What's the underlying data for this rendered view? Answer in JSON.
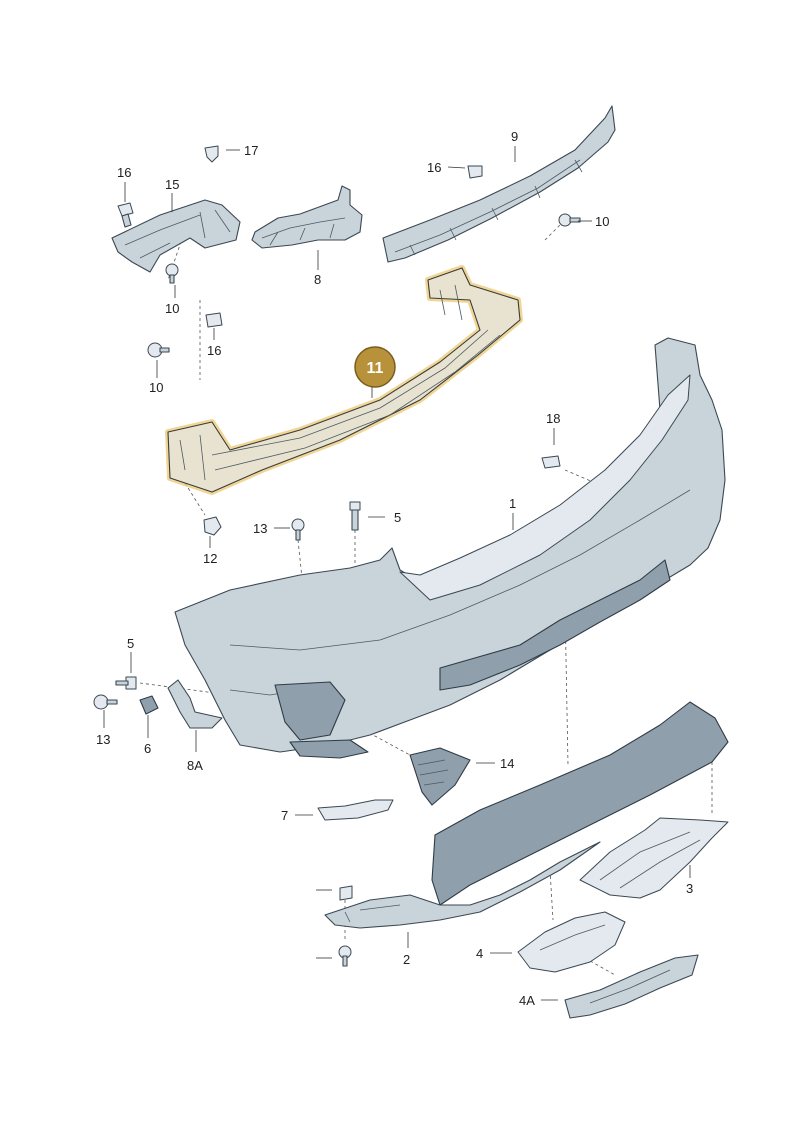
{
  "diagram": {
    "highlight": {
      "label": "11",
      "color": "#b8923a",
      "glow": "#e9c46a"
    },
    "callouts": [
      {
        "id": "c-1",
        "text": "1"
      },
      {
        "id": "c-2",
        "text": "2"
      },
      {
        "id": "c-3",
        "text": "3"
      },
      {
        "id": "c-4",
        "text": "4"
      },
      {
        "id": "c-4a",
        "text": "4A"
      },
      {
        "id": "c-5a",
        "text": "5"
      },
      {
        "id": "c-5b",
        "text": "5"
      },
      {
        "id": "c-6",
        "text": "6"
      },
      {
        "id": "c-7",
        "text": "7"
      },
      {
        "id": "c-8",
        "text": "8"
      },
      {
        "id": "c-8a",
        "text": "8A"
      },
      {
        "id": "c-9",
        "text": "9"
      },
      {
        "id": "c-10a",
        "text": "10"
      },
      {
        "id": "c-10b",
        "text": "10"
      },
      {
        "id": "c-10c",
        "text": "10"
      },
      {
        "id": "c-12",
        "text": "12"
      },
      {
        "id": "c-13a",
        "text": "13"
      },
      {
        "id": "c-13b",
        "text": "13"
      },
      {
        "id": "c-14",
        "text": "14"
      },
      {
        "id": "c-15",
        "text": "15"
      },
      {
        "id": "c-16a",
        "text": "16"
      },
      {
        "id": "c-16b",
        "text": "16"
      },
      {
        "id": "c-16c",
        "text": "16"
      },
      {
        "id": "c-17",
        "text": "17"
      },
      {
        "id": "c-18",
        "text": "18"
      }
    ]
  }
}
